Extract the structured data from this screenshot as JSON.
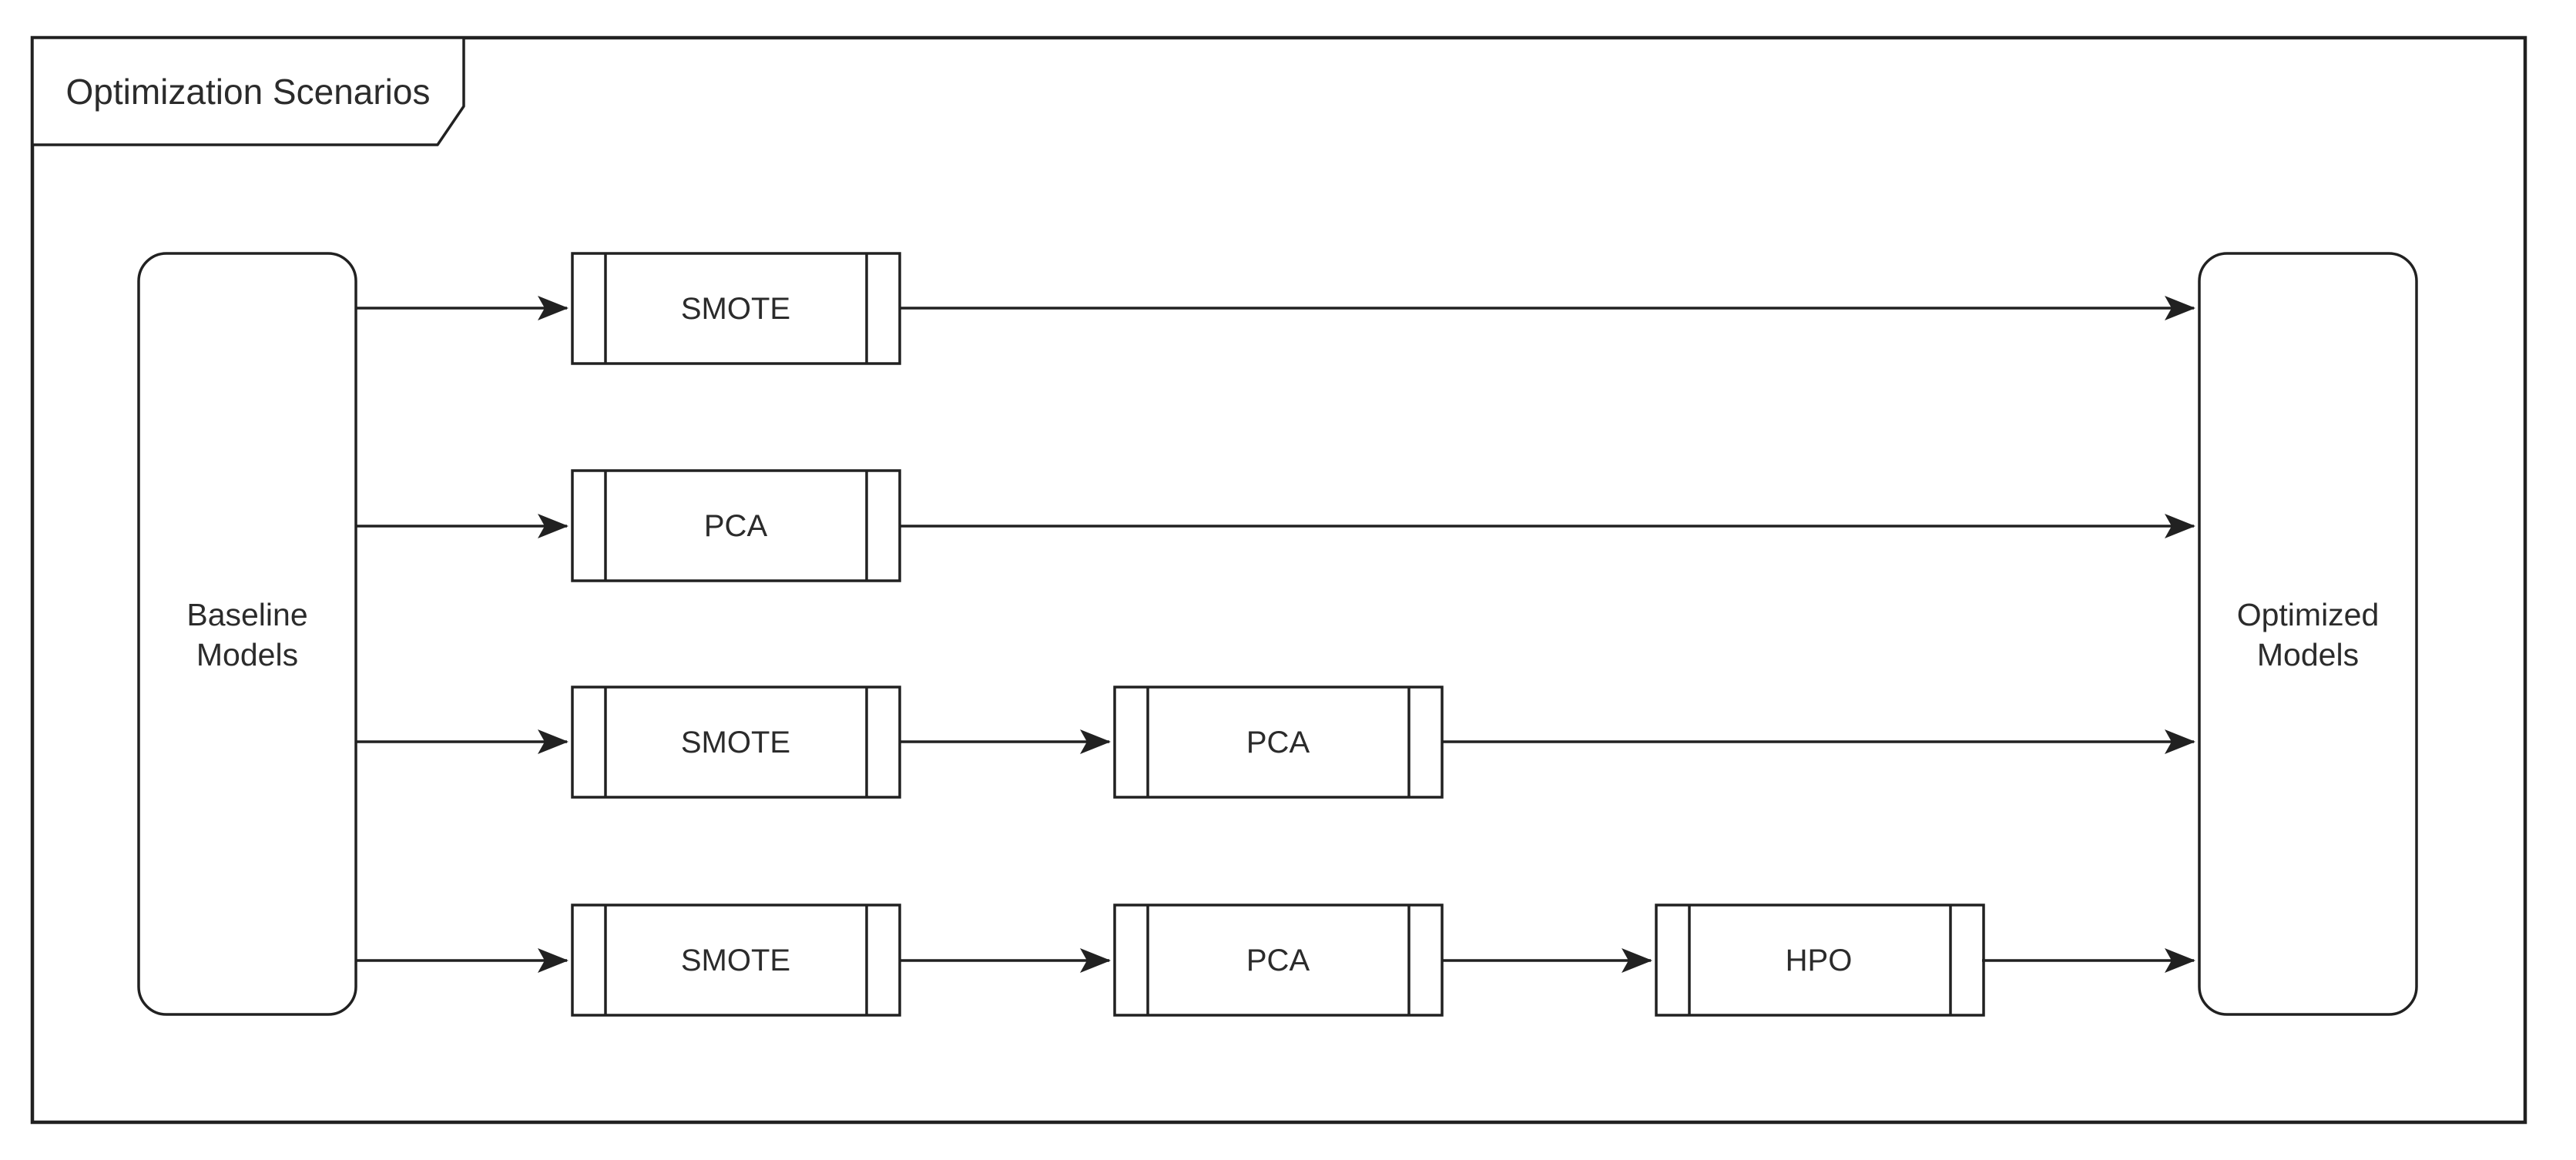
{
  "diagram": {
    "title": "Optimization Scenarios",
    "start_node": {
      "lines": [
        "Baseline",
        "Models"
      ]
    },
    "end_node": {
      "lines": [
        "Optimized",
        "Models"
      ]
    },
    "scenarios": [
      [
        "SMOTE"
      ],
      [
        "PCA"
      ],
      [
        "SMOTE",
        "PCA"
      ],
      [
        "SMOTE",
        "PCA",
        "HPO"
      ]
    ],
    "colors": {
      "stroke": "#212121",
      "text": "#2b2b2b",
      "background": "#ffffff"
    }
  }
}
